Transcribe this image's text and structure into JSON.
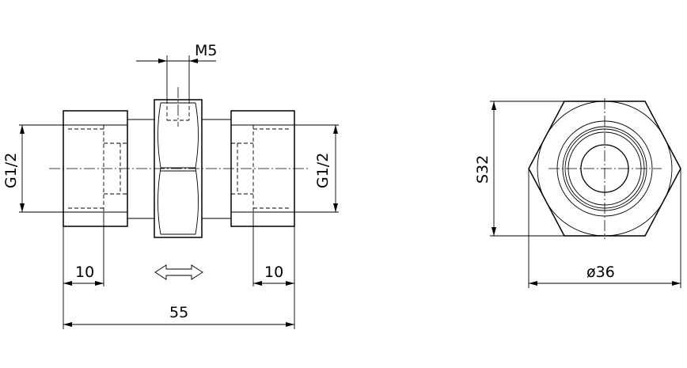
{
  "colors": {
    "line": "#000000",
    "background": "#ffffff"
  },
  "dimensions": {
    "m5": "M5",
    "g_left": "G1/2",
    "g_right": "G1/2",
    "len_left": "10",
    "len_right": "10",
    "overall": "55",
    "s32": "S32",
    "dia36": "ø36"
  },
  "symbols": {
    "flow": "double-arrow-icon"
  }
}
